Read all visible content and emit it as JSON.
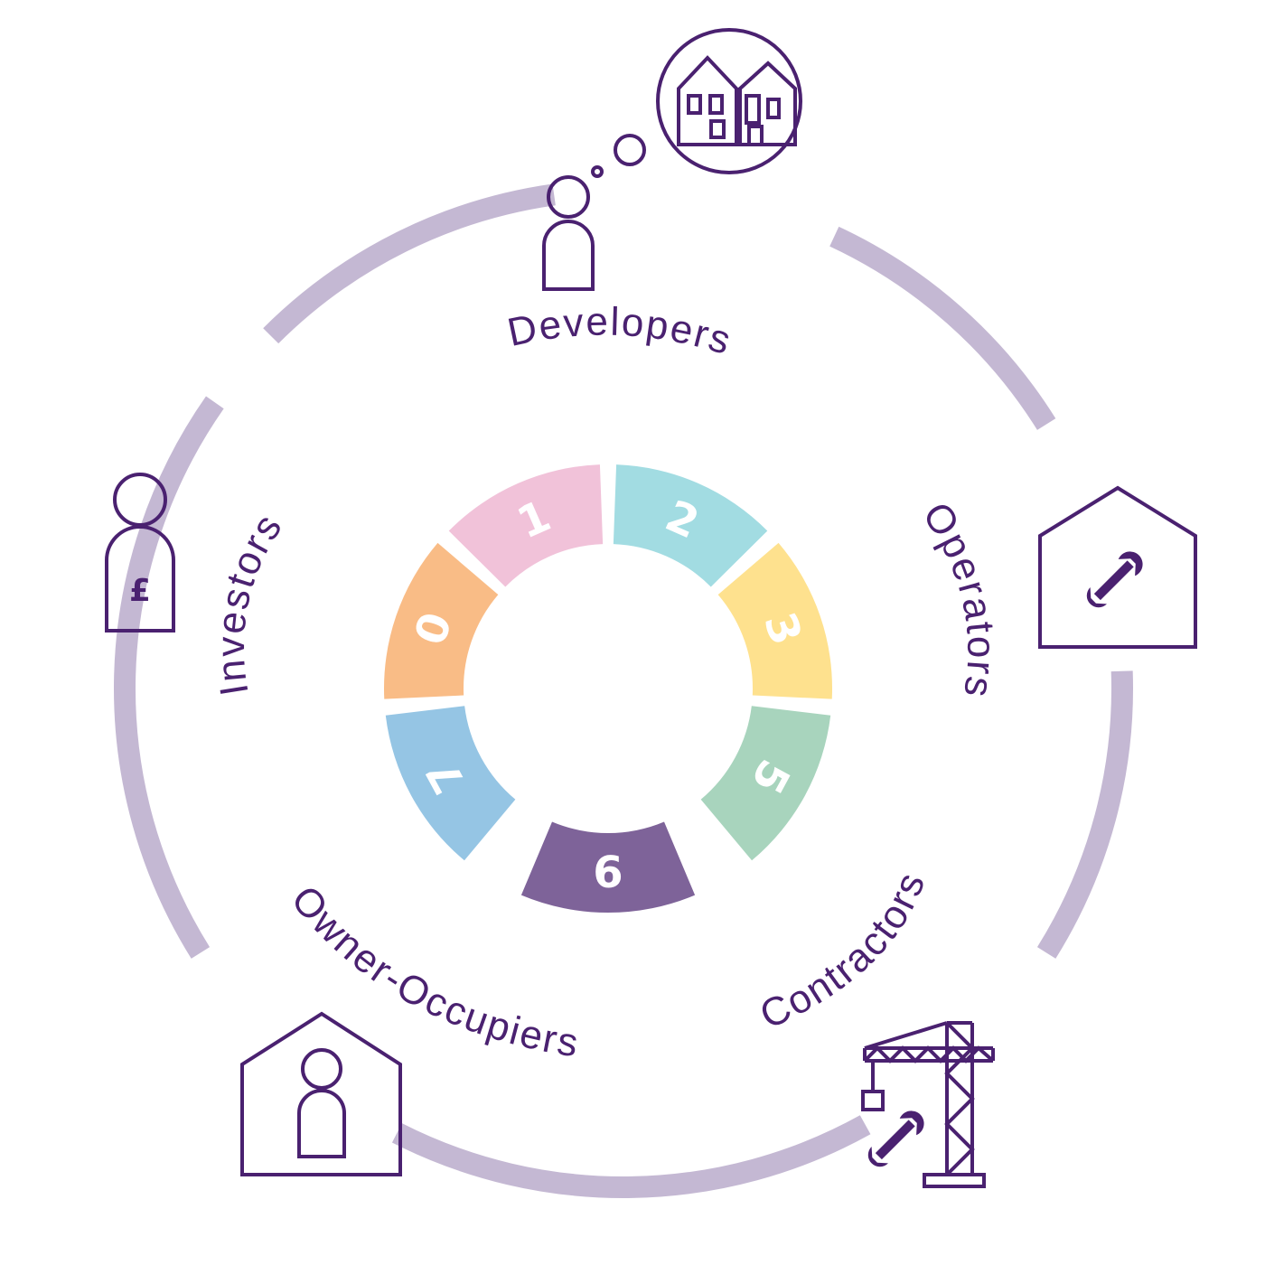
{
  "colors": {
    "primary": "#4a2170",
    "ring": "#c4b8d3",
    "background": "#ffffff"
  },
  "segments": [
    {
      "label": "1",
      "color": "#f1c2d9"
    },
    {
      "label": "2",
      "color": "#a2dce2"
    },
    {
      "label": "3",
      "color": "#fee18e"
    },
    {
      "label": "5",
      "color": "#a8d4bd"
    },
    {
      "label": "6",
      "color": "#7e6399"
    },
    {
      "label": "7",
      "color": "#95c5e4"
    },
    {
      "label": "0",
      "color": "#f9bc86"
    }
  ],
  "roles": {
    "developers": "Developers",
    "operators": "Operators",
    "contractors": "Contractors",
    "owner_occupiers": "Owner-Occupiers",
    "investors": "Investors"
  },
  "icons": {
    "developers": "person-thinking-houses-icon",
    "operators": "house-wrench-icon",
    "contractors": "crane-wrench-icon",
    "owner_occupiers": "house-person-icon",
    "investors": "person-money-bag-icon",
    "currency_symbol": "£"
  }
}
